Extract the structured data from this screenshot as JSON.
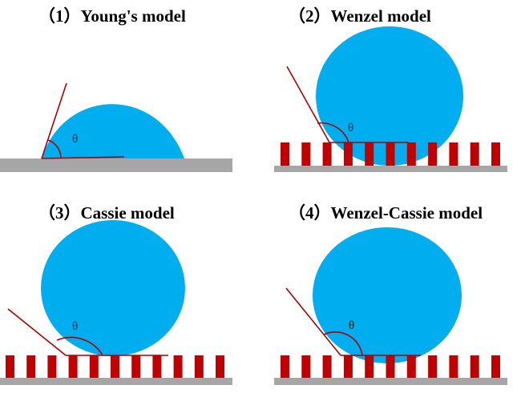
{
  "panels": [
    {
      "title": "（1）Young's model",
      "angle_label": "θ"
    },
    {
      "title": "（2）Wenzel model",
      "angle_label": "θ"
    },
    {
      "title": "（3）Cassie model",
      "angle_label": "θ"
    },
    {
      "title": "（4）Wenzel-Cassie model",
      "angle_label": "θ"
    }
  ],
  "colors": {
    "droplet": "#00adef",
    "substrate": "#a6a6a6",
    "pillar": "#c00000",
    "angle_line": "#b00000"
  }
}
